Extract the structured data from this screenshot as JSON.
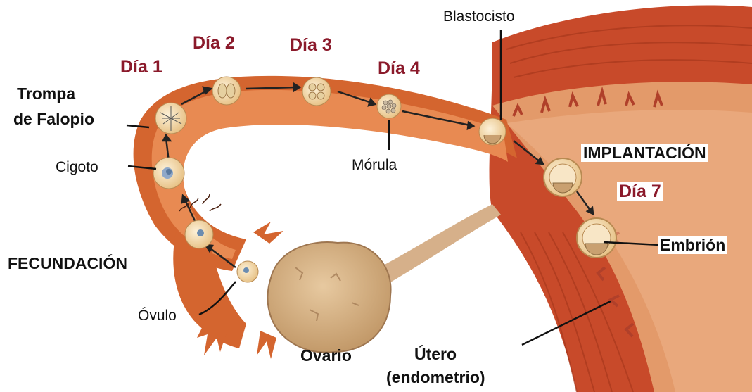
{
  "days": {
    "day1": "Día 1",
    "day2": "Día 2",
    "day3": "Día 3",
    "day4": "Día 4",
    "day7": "Día 7"
  },
  "labels": {
    "trompa_line1": "Trompa",
    "trompa_line2": "de Falopio",
    "cigoto": "Cigoto",
    "fecundacion": "FECUNDACIÓN",
    "ovulo": "Óvulo",
    "ovario": "Ovario",
    "utero_line1": "Útero",
    "utero_line2": "(endometrio)",
    "morula": "Mórula",
    "blastocisto": "Blastocisto",
    "implantacion": "IMPLANTACIÓN",
    "embrion": "Embrión"
  },
  "colors": {
    "day_label": "#8b1a2b",
    "tube": "#d4652f",
    "tube_inner": "#e88a52",
    "muscle": "#c84a2a",
    "endometrium": "#e39a6a",
    "ovary": "#d8b48a",
    "cell": "#f3d9a8"
  }
}
